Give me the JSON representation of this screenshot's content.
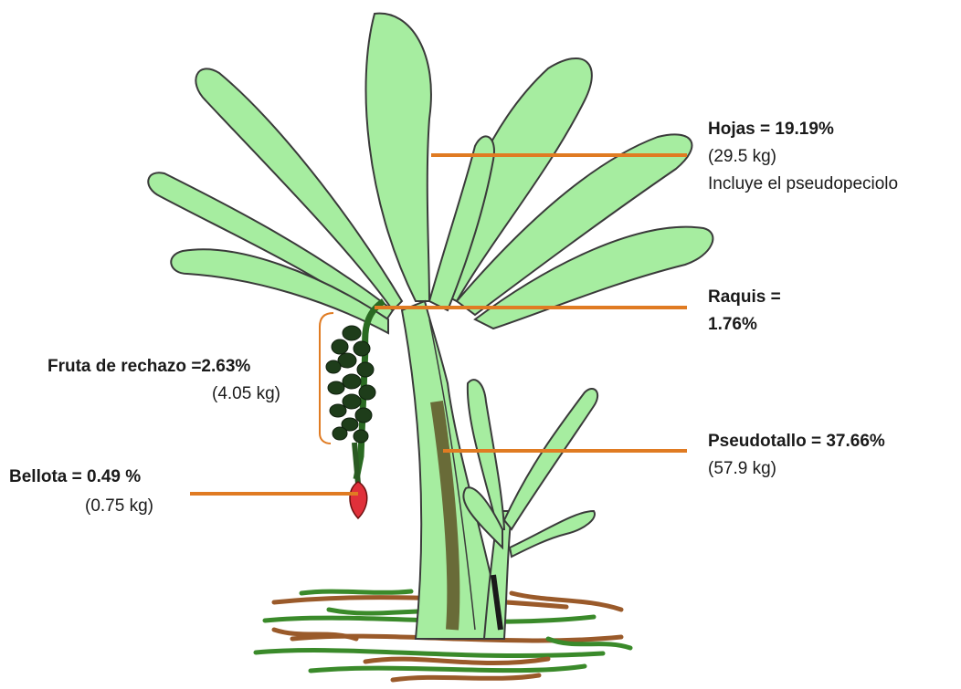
{
  "labels": {
    "hojas": {
      "title": "Hojas = 19.19%",
      "mass": "(29.5 kg)",
      "note": "Incluye el pseudopeciolo"
    },
    "raquis": {
      "line1": "Raquis =",
      "line2": "1.76%"
    },
    "fruta": {
      "title": "Fruta de rechazo =2.63%",
      "mass": "(4.05 kg)"
    },
    "pseudotallo": {
      "title": "Pseudotallo = 37.66%",
      "mass": "(57.9 kg)"
    },
    "bellota": {
      "prefix": "Bellota = ",
      "value": "0.49 %",
      "mass": "(0.75 kg)"
    }
  },
  "colors": {
    "leader_line": "#e07b22",
    "leaf_fill": "#a6eda0",
    "outline": "#3a3a3a",
    "stem_dark": "#5a4a1e",
    "fruit": "#1e3d1a",
    "bud": "#e0303a",
    "ground_green": "#3a8a2a",
    "ground_brown": "#9a5a2a"
  }
}
